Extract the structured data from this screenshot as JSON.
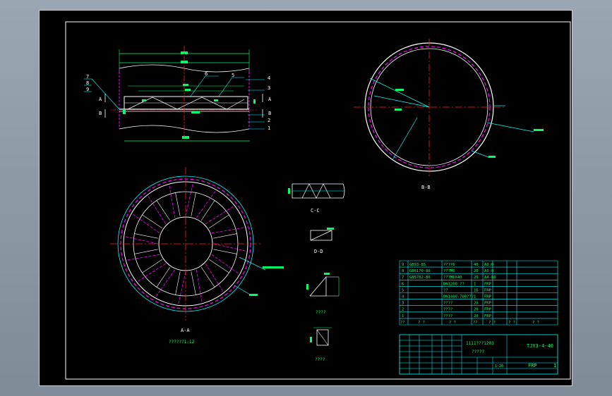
{
  "colors": {
    "background": "#000000",
    "border": "#ffffff",
    "structure": "#ffffff",
    "dimension": "#00ff66",
    "centerline": "#ff2020",
    "hidden": "#ff00ff",
    "leader": "#00ffff",
    "table_line": "#00ffff",
    "table_text": "#00ff66"
  },
  "section_labels": {
    "aa": "A-A",
    "bb": "B-B",
    "cc": "C-C",
    "dd": "D-D",
    "aa_sub": "??????1:12",
    "detail1": "????",
    "detail2": "????"
  },
  "balloons": [
    "7",
    "8",
    "9",
    "6",
    "5",
    "4",
    "3",
    "2",
    "1"
  ],
  "section_markers": [
    "A",
    "A",
    "B",
    "B"
  ],
  "bom": {
    "rows": [
      {
        "no": "9",
        "std": "GB93-85",
        "name": "????6",
        "qty": "40",
        "mat": "A3:0"
      },
      {
        "no": "8",
        "std": "GB6170-86",
        "name": "???M6",
        "qty": "20",
        "mat": "A3:0"
      },
      {
        "no": "7",
        "std": "GB5782-86",
        "name": "???M6X40",
        "qty": "20",
        "mat": "A4-80"
      },
      {
        "no": "6",
        "std": "",
        "name": "DN1200 ??",
        "qty": "1",
        "mat": "FRP"
      },
      {
        "no": "5",
        "std": "",
        "name": "??",
        "qty": "16",
        "mat": "FRP"
      },
      {
        "no": "4",
        "std": "",
        "name": "DN1400-700???",
        "qty": "1",
        "mat": "FRP"
      },
      {
        "no": "3",
        "std": "",
        "name": "????",
        "qty": "20",
        "mat": "FRP"
      },
      {
        "no": "2",
        "std": "",
        "name": "????",
        "qty": "20",
        "mat": "FRP"
      },
      {
        "no": "1",
        "std": "",
        "name": "????",
        "qty": "20",
        "mat": "FRP"
      }
    ],
    "header": {
      "no": "??",
      "std": "? ?",
      "name": "? ?",
      "qty": "??",
      "mat": "? ?",
      "wt": "? ?",
      "note": "? ?"
    }
  },
  "title_block": {
    "drawing_name": "1111???1203",
    "sub_name": "?????",
    "drawing_no": "TJY3-4-40",
    "material": "FRP",
    "sheet": "1",
    "scale": "1:20"
  }
}
